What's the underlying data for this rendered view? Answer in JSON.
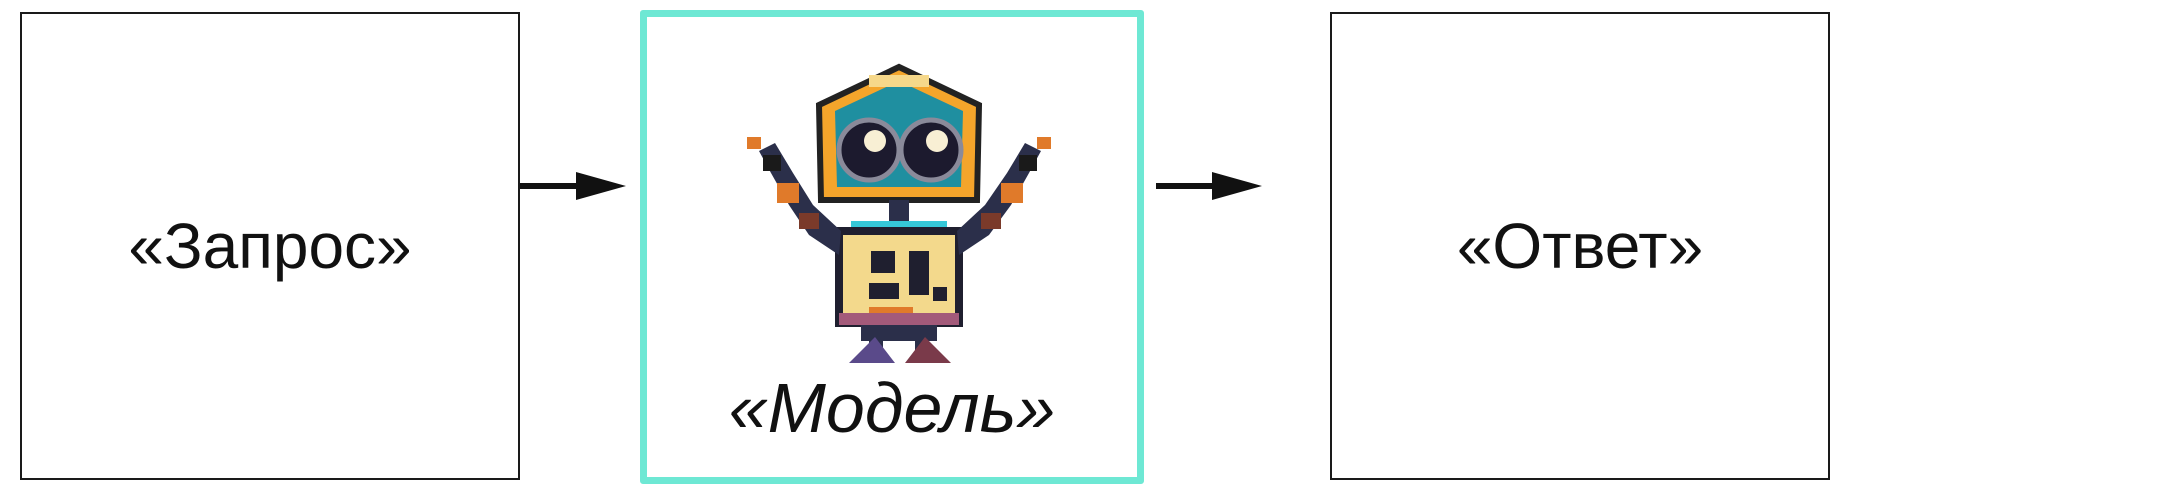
{
  "nodes": {
    "input": {
      "label": "«Запрос»"
    },
    "model": {
      "label": "«Модель»",
      "icon": "robot-icon"
    },
    "output": {
      "label": "«Ответ»"
    }
  },
  "edges": [
    {
      "from": "input",
      "to": "model"
    },
    {
      "from": "model",
      "to": "output"
    }
  ],
  "colors": {
    "model_border": "#6ee8d4",
    "box_border": "#1a1a1a",
    "arrow": "#111111"
  }
}
